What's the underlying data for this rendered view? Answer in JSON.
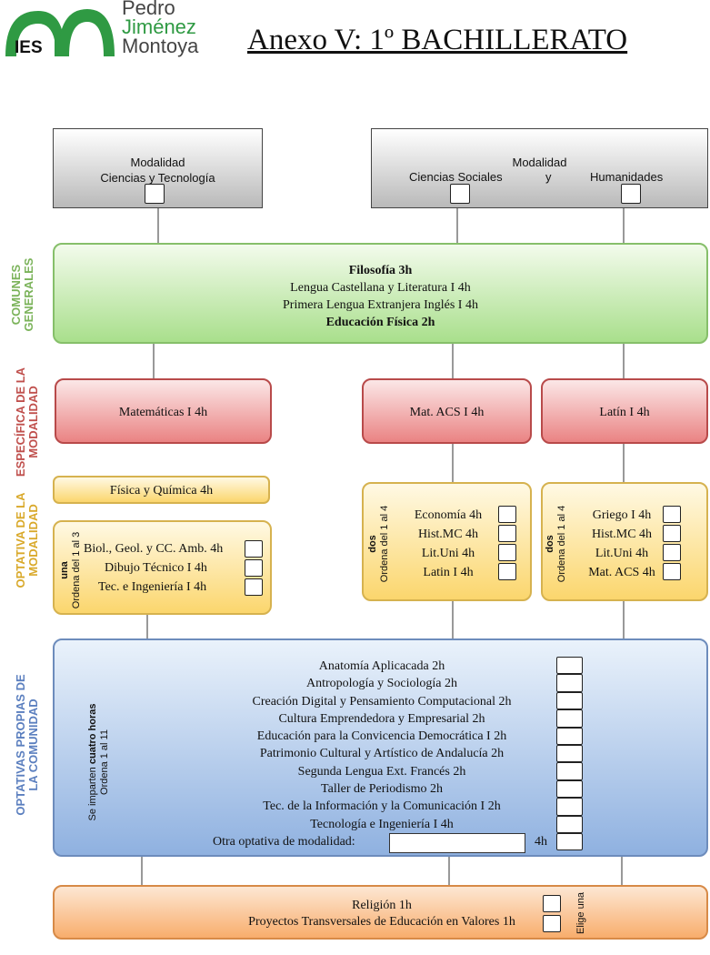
{
  "logo": {
    "ies": "IES",
    "line1": "Pedro",
    "line2": "Jiménez",
    "line3": "Montoya"
  },
  "title": "Anexo V: 1º BACHILLERATO",
  "side_labels": {
    "comunes": [
      "COMUNES",
      "GENERALES"
    ],
    "especifica": [
      "ESPECÍFICA DE LA",
      "MODALIDAD"
    ],
    "optativa_modalidad": [
      "OPTATIVA DE LA",
      "MODALIDAD"
    ],
    "optativas_propias": [
      "OPTATIVAS PROPIAS DE",
      "LA COMUNIDAD"
    ]
  },
  "modalidad_ct": {
    "line1": "Modalidad",
    "line2": "Ciencias y Tecnología"
  },
  "modalidad_cs": {
    "line1": "Modalidad",
    "sociales": "Ciencias Sociales",
    "y": "y",
    "humanidades": "Humanidades"
  },
  "comunes": {
    "filosofia": "Filosofía 3h",
    "lengua": "Lengua Castellana y Literatura I 4h",
    "ingles": "Primera Lengua Extranjera Inglés I 4h",
    "ef": "Educación Física 2h"
  },
  "especifica": {
    "matematicas": "Matemáticas I 4h",
    "mat_acs": "Mat. ACS I 4h",
    "latin": "Latín I 4h"
  },
  "fisica": "Física y Química 4h",
  "opt_ct": {
    "choose": "una",
    "order": "Ordena del 1 al 3",
    "items": [
      "Biol., Geol. y CC. Amb. 4h",
      "Dibujo Técnico I 4h",
      "Tec. e Ingeniería I 4h"
    ]
  },
  "opt_cs": {
    "choose": "dos",
    "order": "Ordena del 1 al 4",
    "items": [
      "Economía 4h",
      "Hist.MC 4h",
      "Lit.Uni 4h",
      "Latin I 4h"
    ]
  },
  "opt_hum": {
    "choose": "dos",
    "order": "Ordena del 1 al 4",
    "items": [
      "Griego I 4h",
      "Hist.MC 4h",
      "Lit.Uni 4h",
      "Mat. ACS 4h"
    ]
  },
  "propias": {
    "note_pre": "Se imparten ",
    "note_bold": "cuatro horas",
    "order": "Ordena 1 al 11",
    "items": [
      "Anatomía Aplicacada 2h",
      "Antropología y Sociología 2h",
      "Creación Digital y Pensamiento Computacional 2h",
      "Cultura Emprendedora y Empresarial 2h",
      "Educación para la Convicencia Democrática I 2h",
      "Patrimonio Cultural y Artístico de Andalucía 2h",
      "Segunda Lengua Ext. Francés 2h",
      "Taller de Periodismo  2h",
      "Tec. de la Información  y la Comunicación I  2h",
      "Tecnología e Ingeniería I 4h"
    ],
    "otra_label": "Otra optativa de modalidad:",
    "otra_value": "",
    "otra_hours": "4h"
  },
  "religion": {
    "items": [
      "Religión 1h",
      "Proyectos Transversales de Educación en Valores 1h"
    ],
    "choose": "Elige una"
  },
  "colors": {
    "green_label": "#7bb35a",
    "red_label": "#c0504d",
    "yellow_label": "#d9a92b",
    "blue_label": "#5b7fbf",
    "logo_green": "#2f9a43"
  }
}
